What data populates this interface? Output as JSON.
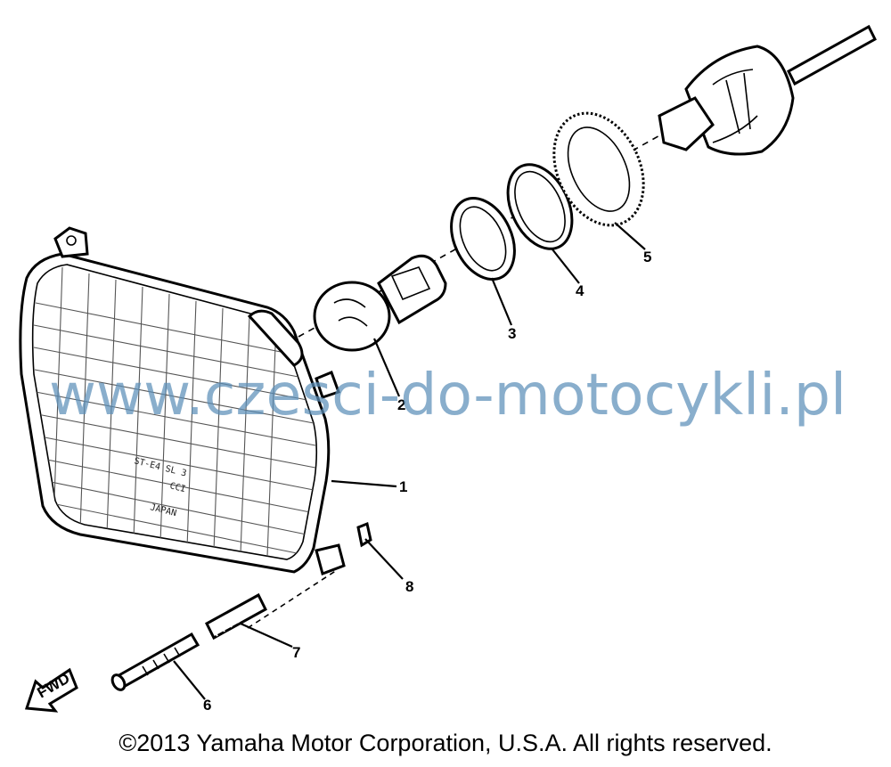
{
  "callouts": {
    "c1": "1",
    "c2": "2",
    "c3": "3",
    "c4": "4",
    "c5": "5",
    "c6": "6",
    "c7": "7",
    "c8": "8"
  },
  "watermark": "www.czesci-do-motocykli.pl",
  "fwd_label": "FWD",
  "lens_markings": [
    "ST-E4 SL 3",
    "CCI",
    "JAPAN"
  ],
  "copyright": "©2013 Yamaha Motor Corporation, U.S.A. All rights reserved.",
  "colors": {
    "line": "#000000",
    "watermark": "#5b8fb9",
    "background": "#ffffff"
  }
}
